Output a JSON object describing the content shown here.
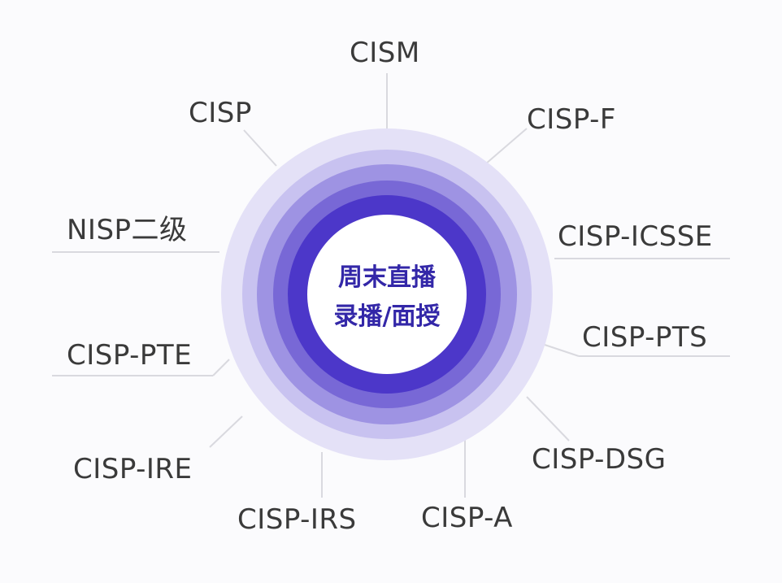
{
  "center": {
    "line1": "周末直播",
    "line2": "录播/面授"
  },
  "certifications": [
    "CISM",
    "CISP-F",
    "CISP-ICSSE",
    "CISP-PTS",
    "CISP-DSG",
    "CISP-A",
    "CISP-IRS",
    "CISP-IRE",
    "CISP-PTE",
    "NISP二级",
    "CISP"
  ],
  "colors": {
    "ring_outer": "#e4e1f7",
    "ring_2": "#c8c2f0",
    "ring_3": "#9e93e3",
    "ring_4": "#7868d6",
    "ring_inner": "#4c37c9",
    "center_fill": "#ffffff",
    "center_text": "#3327a8",
    "label_text": "#3a3a3a",
    "connector": "#d9d9df"
  }
}
